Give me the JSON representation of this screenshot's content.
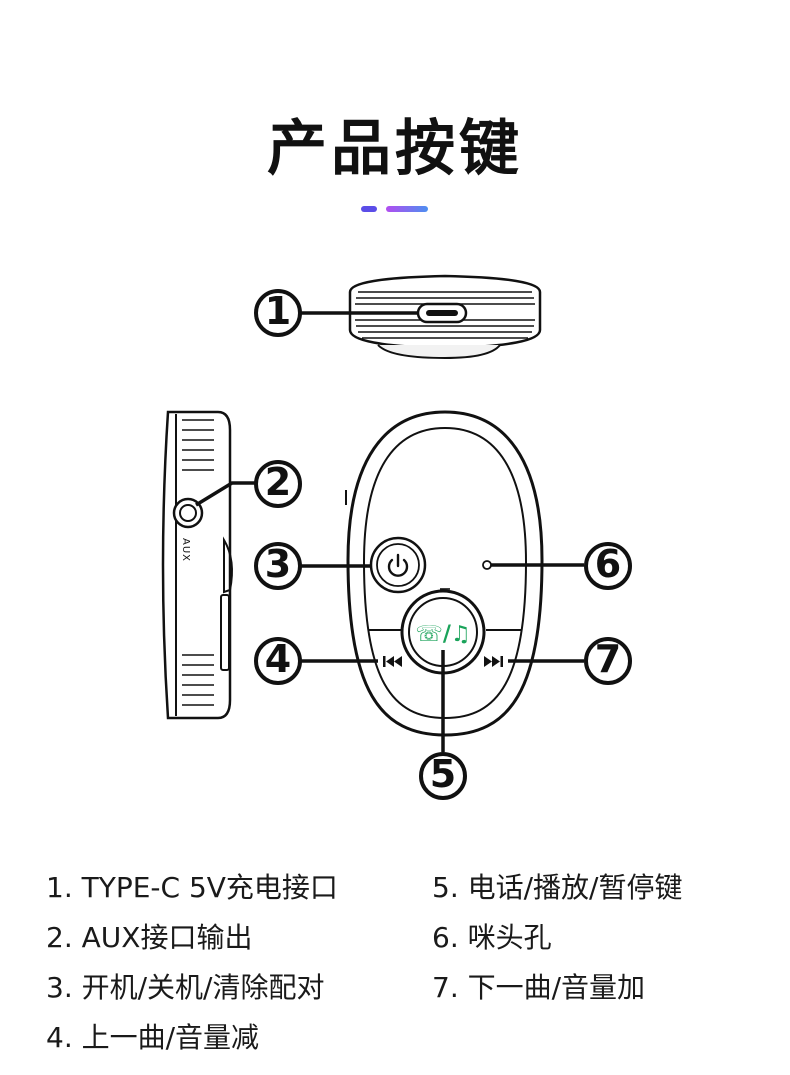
{
  "header": {
    "title": "产品按键"
  },
  "colors": {
    "accent_left": "#5b4de8",
    "accent_right": "#4d8ff0",
    "play_icon": "#1aa35a",
    "line": "#111111"
  },
  "device": {
    "aux_label": "AUX",
    "play_icon_glyph": "☏/♫"
  },
  "callouts": [
    "1",
    "2",
    "3",
    "4",
    "5",
    "6",
    "7"
  ],
  "legend": [
    {
      "text": "1. TYPE-C 5V充电接口"
    },
    {
      "text": "2. AUX接口输出"
    },
    {
      "text": "3. 开机/关机/清除配对"
    },
    {
      "text": "4. 上一曲/音量减"
    },
    {
      "text": "5. 电话/播放/暂停键"
    },
    {
      "text": "6. 咪头孔"
    },
    {
      "text": "7. 下一曲/音量加"
    }
  ]
}
